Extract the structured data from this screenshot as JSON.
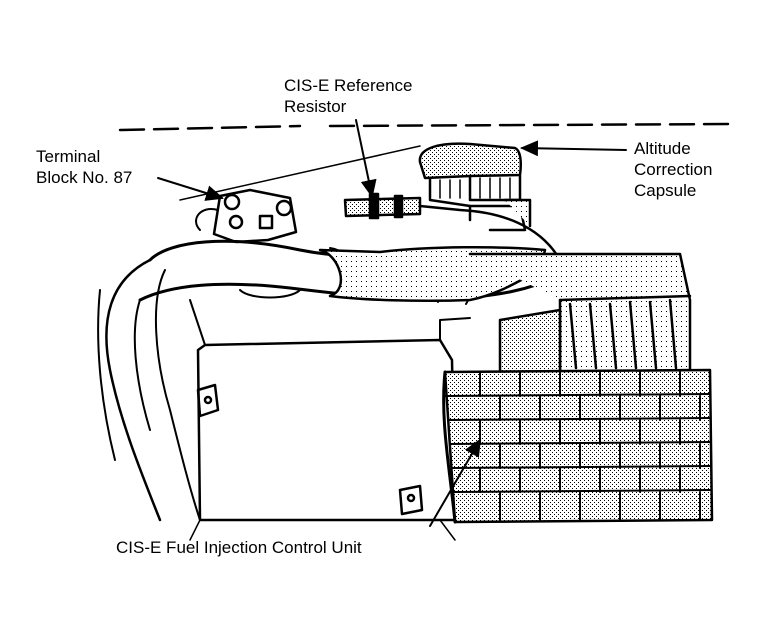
{
  "labels": {
    "reference_resistor": [
      "CIS-E Reference",
      "Resistor"
    ],
    "terminal_block": [
      "Terminal",
      "Block No. 87"
    ],
    "altitude_capsule": [
      "Altitude",
      "Correction",
      "Capsule"
    ],
    "control_unit": [
      "CIS-E Fuel Injection Control Unit"
    ]
  },
  "colors": {
    "ink": "#000000",
    "paper": "#ffffff"
  }
}
